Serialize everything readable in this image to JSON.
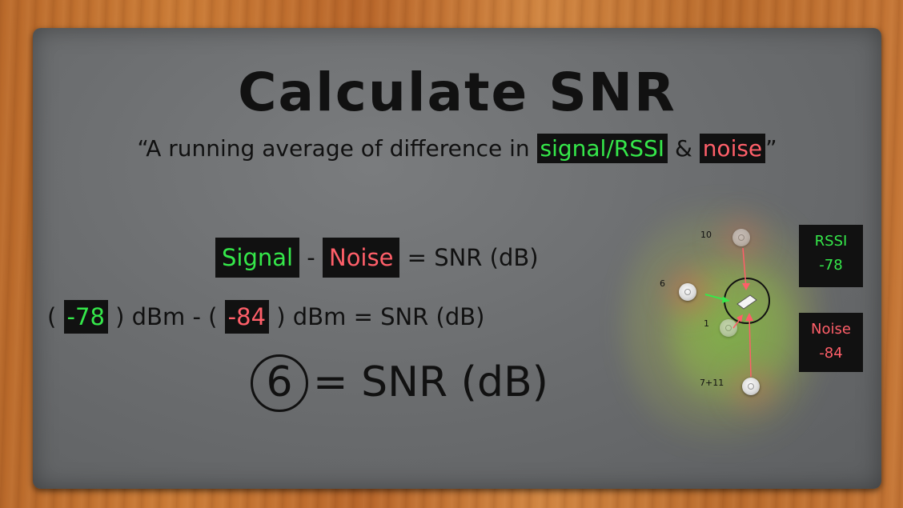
{
  "title": "Calculate SNR",
  "quote": {
    "open": "“A running average of difference in ",
    "signal": "signal/RSSI",
    "amp": " & ",
    "noise": "noise",
    "close": "”"
  },
  "equation1": {
    "signal": "Signal",
    "minus": " - ",
    "noise": "Noise",
    "rest": " = SNR (dB)"
  },
  "equation2": {
    "open1": "( ",
    "signal_value": "-78",
    "mid": " ) dBm - ( ",
    "noise_value": "-84",
    "end": " ) dBm = SNR (dB)"
  },
  "result": {
    "value": "6",
    "rest": "= SNR (dB)"
  },
  "diagram": {
    "channels": {
      "ch10": "10",
      "ch6": "6",
      "ch1": "1",
      "ch711": "7+11"
    },
    "rssi_label": "RSSI",
    "rssi_value": "-78",
    "noise_label": "Noise",
    "noise_value": "-84"
  },
  "colors": {
    "signal": "#35e84a",
    "noise": "#ff5f69",
    "chalk": "#111111",
    "board": "#6c6e70"
  }
}
